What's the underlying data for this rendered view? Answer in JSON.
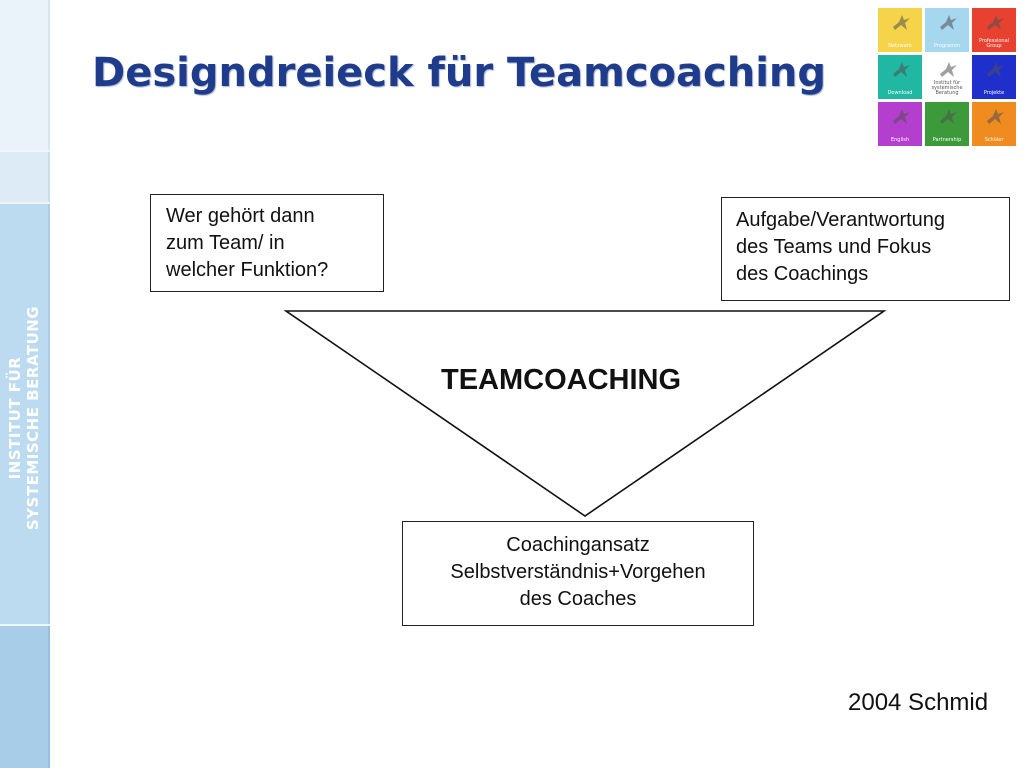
{
  "title": "Designdreieck für Teamcoaching",
  "sidebar": {
    "line1": "INSTITUT FÜR",
    "line2": "SYSTEMISCHE BERATUNG"
  },
  "logo": {
    "tiles": [
      {
        "label": "Netzwerk",
        "color": "#f5d44a"
      },
      {
        "label": "Programm",
        "color": "#a5d7ef"
      },
      {
        "label": "Professional Group",
        "color": "#e8412f"
      },
      {
        "label": "Download",
        "color": "#20b7a3"
      },
      {
        "label": "Institut für systemische Beratung",
        "color": "#ffffff"
      },
      {
        "label": "Projekte",
        "color": "#1f2fcc"
      },
      {
        "label": "English",
        "color": "#b43fcf"
      },
      {
        "label": "Partnership",
        "color": "#3d9a3a"
      },
      {
        "label": "Schüler",
        "color": "#f08b1f"
      }
    ]
  },
  "diagram": {
    "box_left": "Wer gehört dann\nzum Team/ in\nwelcher Funktion?",
    "box_right": "Aufgabe/Verantwortung\ndes Teams und Fokus\ndes Coachings",
    "center": "TEAMCOACHING",
    "box_bottom": "Coachingansatz\nSelbstverständnis+Vorgehen\ndes Coaches"
  },
  "credit": "2004 Schmid"
}
